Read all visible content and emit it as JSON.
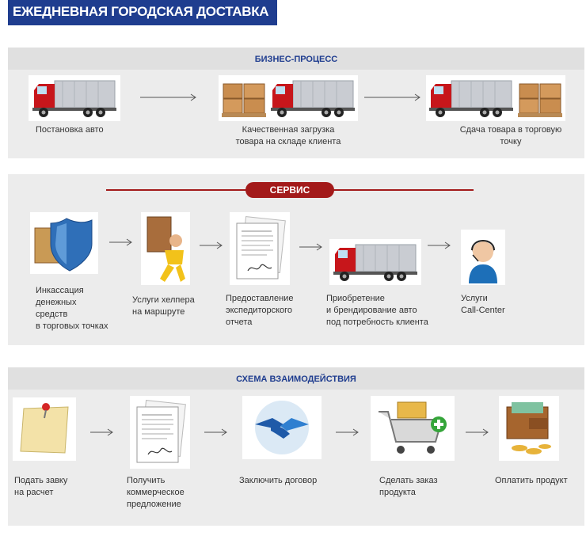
{
  "header": {
    "title": "ЕЖЕДНЕВНАЯ ГОРОДСКАЯ ДОСТАВКА"
  },
  "business_process": {
    "title": "БИЗНЕС-ПРОЦЕСС",
    "steps": [
      {
        "caption": "Постановка авто",
        "icon": "truck-icon"
      },
      {
        "caption": "Качественная загрузка\nтовара на складе клиента",
        "icon": "boxes-and-truck-icon"
      },
      {
        "caption": "Сдача товара в торговую\nточку",
        "icon": "truck-and-boxes-icon"
      }
    ]
  },
  "service": {
    "title": "СЕРВИС",
    "steps": [
      {
        "caption": "Инкассация\nденежных\nсредств\nв торговых точках",
        "icon": "shield-box-icon"
      },
      {
        "caption": "Услуги хелпера\nна маршруте",
        "icon": "helper-icon"
      },
      {
        "caption": "Предоставление\nэкспедиторского\nотчета",
        "icon": "documents-icon"
      },
      {
        "caption": "Приобретение\nи брендирование авто\nпод потребность клиента",
        "icon": "truck-icon"
      },
      {
        "caption": "Услуги\nCall-Center",
        "icon": "call-center-icon"
      }
    ]
  },
  "interaction": {
    "title": "СХЕМА ВЗАИМОДЕЙСТВИЯ",
    "steps": [
      {
        "caption": "Подать завку\nна расчет",
        "icon": "note-pin-icon"
      },
      {
        "caption": "Получить\nкоммерческое\nпредложение",
        "icon": "documents-icon"
      },
      {
        "caption": "Заключить договор",
        "icon": "handshake-icon"
      },
      {
        "caption": "Сделать заказ\nпродукта",
        "icon": "cart-icon"
      },
      {
        "caption": "Оплатить продукт",
        "icon": "wallet-icon"
      }
    ]
  },
  "colors": {
    "brand_blue": "#1f3d8f",
    "service_red": "#a31a1a",
    "panel": "#ececec"
  }
}
